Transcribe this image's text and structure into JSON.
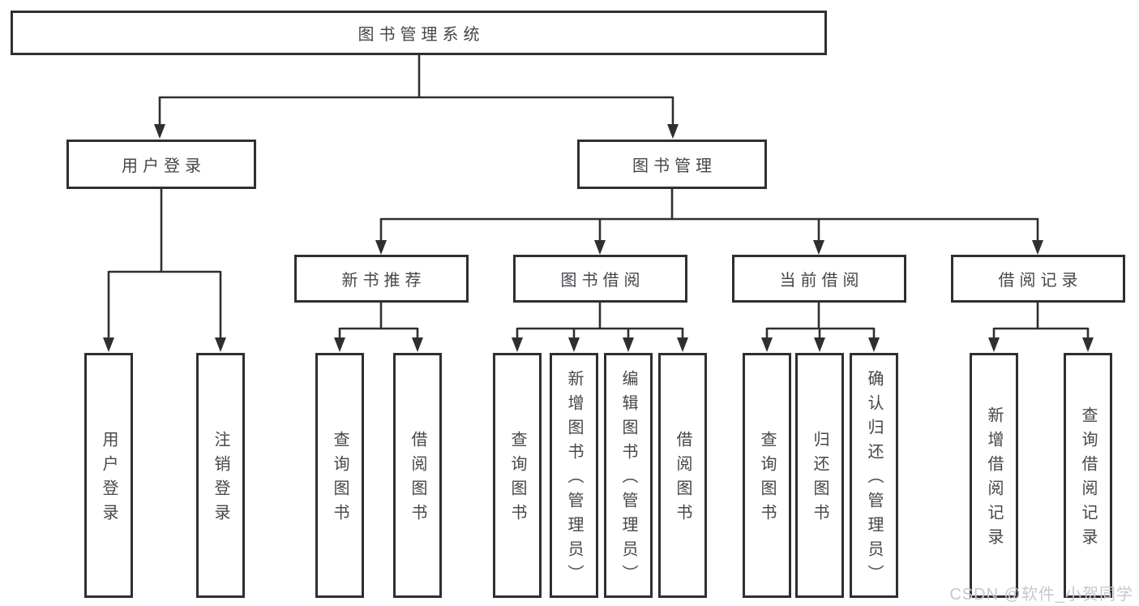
{
  "tree": {
    "label": "图书管理系统",
    "children": [
      {
        "label": "用户登录",
        "children": [
          {
            "label": "用户登录"
          },
          {
            "label": "注销登录"
          }
        ]
      },
      {
        "label": "图书管理",
        "children": [
          {
            "label": "新书推荐",
            "children": [
              {
                "label": "查询图书"
              },
              {
                "label": "借阅图书"
              }
            ]
          },
          {
            "label": "图书借阅",
            "children": [
              {
                "label": "查询图书"
              },
              {
                "label": "新增图书（管理员）"
              },
              {
                "label": "编辑图书（管理员）"
              },
              {
                "label": "借阅图书"
              }
            ]
          },
          {
            "label": "当前借阅",
            "children": [
              {
                "label": "查询图书"
              },
              {
                "label": "归还图书"
              },
              {
                "label": "确认归还（管理员）"
              }
            ]
          },
          {
            "label": "借阅记录",
            "children": [
              {
                "label": "新增借阅记录"
              },
              {
                "label": "查询借阅记录"
              }
            ]
          }
        ]
      }
    ]
  },
  "watermark": {
    "text": "CSDN @软件_小贺同学"
  },
  "colors": {
    "line": "#2f2f32",
    "box_border": "#2f2f32",
    "box_fill": "#ffffff",
    "text": "#46464c",
    "watermark": "#c8c8cc"
  }
}
